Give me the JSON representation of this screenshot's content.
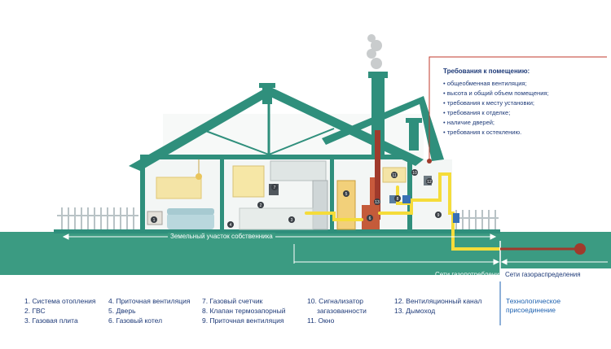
{
  "requirements": {
    "title": "Требования к помещению:",
    "items": [
      "общеобменная вентиляция;",
      "высота и общий объем помещения;",
      "требования к месту установки;",
      "требования к отделке;",
      "наличие дверей;",
      "требования к остеклению."
    ]
  },
  "labels": {
    "land_plot": "Земельный участок собственника",
    "consumption_network": "Сети газопотребления",
    "distribution_network": "Сети газораспределения",
    "tech_connection_line1": "Технологическое",
    "tech_connection_line2": "присоединение"
  },
  "legend": {
    "col1": [
      "1. Система отопления",
      "2. ГВС",
      "3. Газовая плита"
    ],
    "col2": [
      "4. Приточная вентиляция",
      "5. Дверь",
      "6. Газовый котел"
    ],
    "col3": [
      "7. Газовый счетчик",
      "8. Клапан термозапорный",
      "9. Приточная вентиляция"
    ],
    "col4": [
      "10. Сигнализатор",
      "загазованности",
      "11. Окно"
    ],
    "col5": [
      "12. Вентиляционный канал",
      "13. Дымоход"
    ]
  },
  "markers": [
    "1",
    "2",
    "3",
    "4",
    "5",
    "6",
    "7",
    "8",
    "9",
    "10",
    "11",
    "12",
    "13"
  ],
  "colors": {
    "house_green": "#2f8f7c",
    "ground_green": "#3b9b82",
    "pipe_yellow": "#f5dc3a",
    "pipe_red": "#a03a2c",
    "text_blue": "#1e3a78",
    "accent_red": "#c0392b"
  }
}
